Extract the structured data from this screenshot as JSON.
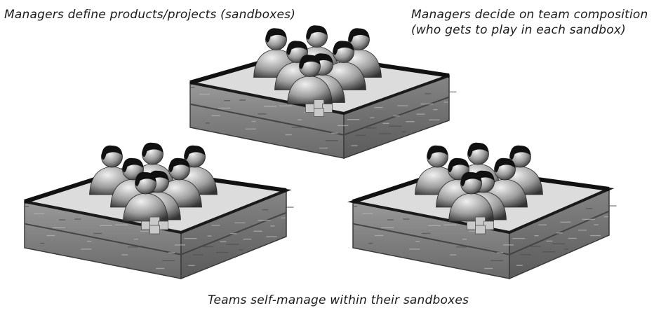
{
  "captions": {
    "left": "Managers define products/projects (sandboxes)",
    "right_line1": "Managers decide on team composition",
    "right_line2": "(who gets to play in each sandbox)",
    "bottom": "Teams self-manage within their sandboxes"
  },
  "sandboxes": [
    {
      "name": "top",
      "team_size": 7
    },
    {
      "name": "bottom-left",
      "team_size": 7
    },
    {
      "name": "bottom-right",
      "team_size": 7
    }
  ],
  "colors": {
    "wood": "#8d8d8d",
    "wood_dark": "#5e5e5e",
    "sand": "#dcdcdc",
    "rim": "#1a1a1a",
    "person_body": "#b8b8b8",
    "hair": "#111111"
  }
}
